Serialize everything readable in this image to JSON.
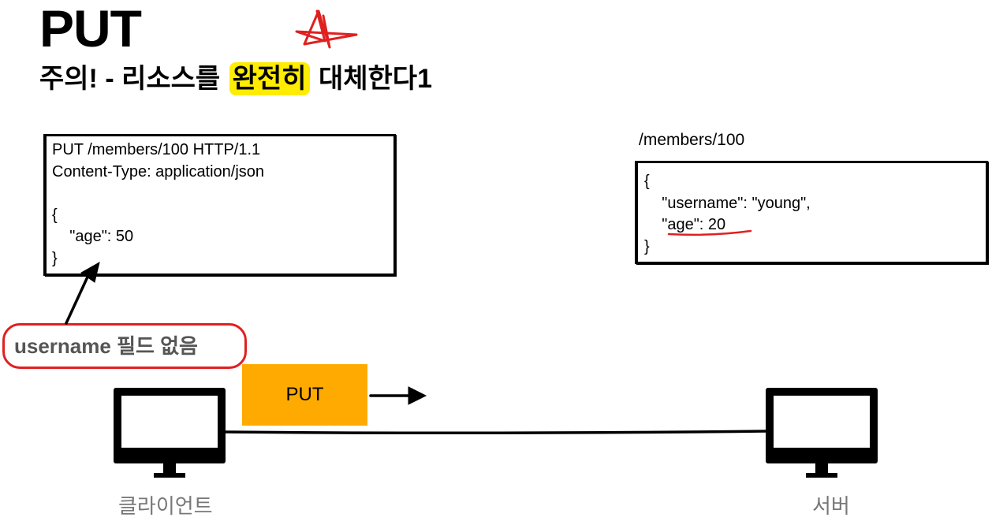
{
  "title": "PUT",
  "subtitle": {
    "before": "주의! - 리소스를",
    "highlight": "완전히",
    "after": "대체한다1"
  },
  "request": {
    "lines": [
      "PUT /members/100 HTTP/1.1",
      "Content-Type: application/json",
      "",
      "{",
      "    \"age\": 50",
      "}"
    ]
  },
  "resource": {
    "path": "/members/100",
    "lines": [
      "{",
      "    \"username\": \"young\",",
      "    \"age\": 20",
      "}"
    ]
  },
  "annotation": "username 필드 없음",
  "method_badge": "PUT",
  "client_label": "클라이언트",
  "server_label": "서버",
  "colors": {
    "highlight": "#ffec00",
    "annotation_outline": "#e02020",
    "badge": "#ffaa00",
    "star": "#e02020"
  },
  "icons": [
    "star-icon",
    "arrow-icon",
    "monitor-icon"
  ]
}
